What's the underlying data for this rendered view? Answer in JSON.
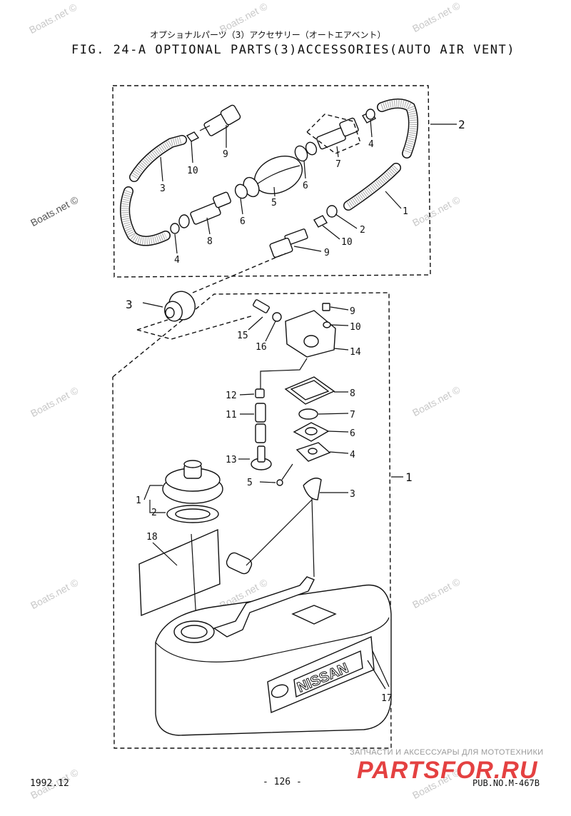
{
  "header": {
    "subtitle_jp": "オプショナルパーツ（3）アクセサリー（オートエアベント）",
    "title": "FIG. 24-A OPTIONAL PARTS(3)ACCESSORIES(AUTO AIR VENT)"
  },
  "watermark": "Boats.net ©",
  "diagram": {
    "group_labels": {
      "hose_group": "2",
      "tank_group": "1"
    },
    "hose_callouts": [
      "9",
      "10",
      "3",
      "4",
      "8",
      "6",
      "5",
      "6",
      "7",
      "4",
      "1",
      "2",
      "10",
      "9"
    ],
    "tank_callouts": [
      "3",
      "15",
      "16",
      "9",
      "10",
      "14",
      "12",
      "11",
      "13",
      "8",
      "7",
      "6",
      "4",
      "5",
      "3",
      "1",
      "2",
      "18",
      "17"
    ],
    "tank_brand": "NISSAN"
  },
  "footer": {
    "date": "1992.12",
    "page": "- 126 -",
    "pub": "PUB.NO.M-467B",
    "brand_line": "ЗАПЧАСТИ И АКСЕССУАРЫ ДЛЯ МОТОТЕХНИКИ",
    "brand_logo": "PARTSFOR.RU"
  }
}
